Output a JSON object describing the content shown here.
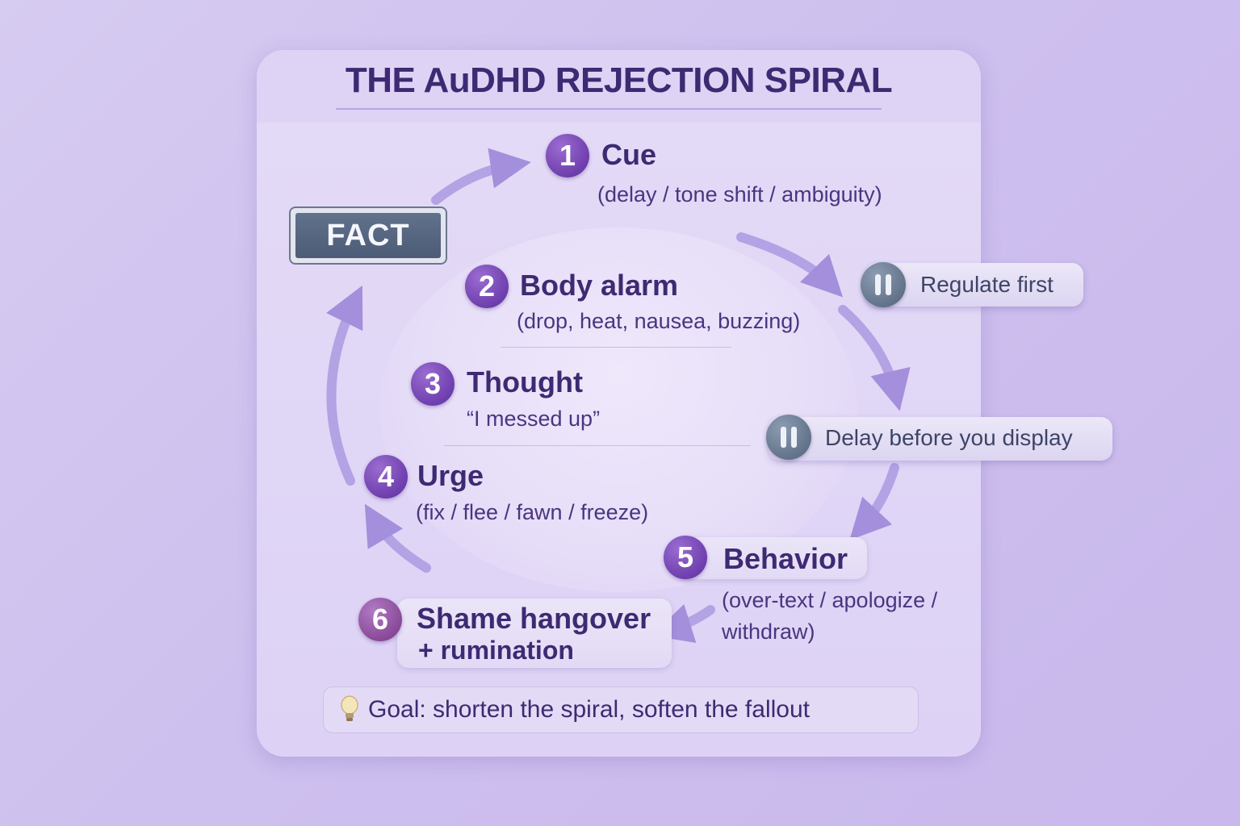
{
  "title": "THE AuDHD REJECTION SPIRAL",
  "fact_label": "FACT",
  "steps": [
    {
      "number": "1",
      "title": "Cue",
      "detail": "(delay / tone shift / ambiguity)"
    },
    {
      "number": "2",
      "title": "Body alarm",
      "detail": "(drop, heat, nausea, buzzing)"
    },
    {
      "number": "3",
      "title": "Thought",
      "detail": "“I messed up”"
    },
    {
      "number": "4",
      "title": "Urge",
      "detail": "(fix / flee / fawn / freeze)"
    },
    {
      "number": "5",
      "title": "Behavior",
      "detail": "(over-text / apologize /",
      "detail2": "withdraw)"
    },
    {
      "number": "6",
      "title": "Shame hangover",
      "detail": "+ rumination"
    }
  ],
  "pauses": [
    {
      "label": "Regulate first",
      "icon": "pause-icon"
    },
    {
      "label": "Delay before you display",
      "icon": "pause-icon"
    }
  ],
  "goal": {
    "icon": "lightbulb-icon",
    "text": "Goal: shorten the spiral, soften the fallout"
  },
  "colors": {
    "background": "#cdbfee",
    "card": "#e0d6f6",
    "step_badge": "#6e3fae",
    "step_badge_6": "#8a4a98",
    "pause_badge": "#5d6d85",
    "arrow": "#a48fdc",
    "title_text": "#3e2a72"
  }
}
